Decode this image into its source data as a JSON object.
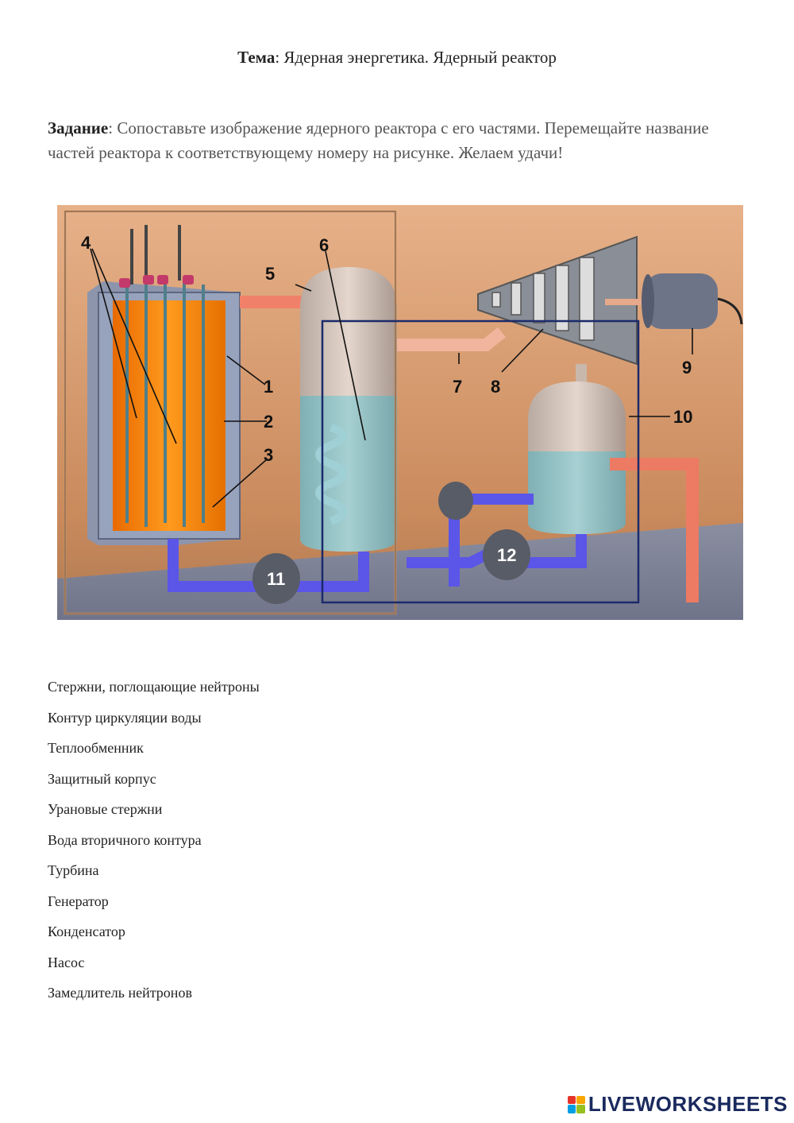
{
  "header": {
    "topic_label": "Тема",
    "topic_text": ": Ядерная энергетика. Ядерный реактор"
  },
  "task": {
    "label": "Задание",
    "text": ": Сопоставьте изображение ядерного реактора с его частями. Перемещайте название частей реактора к соответствующему номеру на рисунке.  Желаем удачи!"
  },
  "figure": {
    "labels": [
      "1",
      "2",
      "3",
      "4",
      "5",
      "6",
      "7",
      "8",
      "9",
      "10",
      "11",
      "12"
    ]
  },
  "parts": [
    "Стержни, поглощающие нейтроны",
    "Контур циркуляции воды",
    "Теплообменник",
    "Защитный корпус",
    "Урановые стержни",
    "Вода вторичного контура",
    "Турбина",
    "Генератор",
    "Конденсатор",
    "Насос",
    "Замедлитель нейтронов"
  ],
  "footer": {
    "brand": "LIVEWORKSHEETS",
    "logo_colors": [
      "#e6332a",
      "#f7a600",
      "#009fe3",
      "#95c11f"
    ]
  }
}
